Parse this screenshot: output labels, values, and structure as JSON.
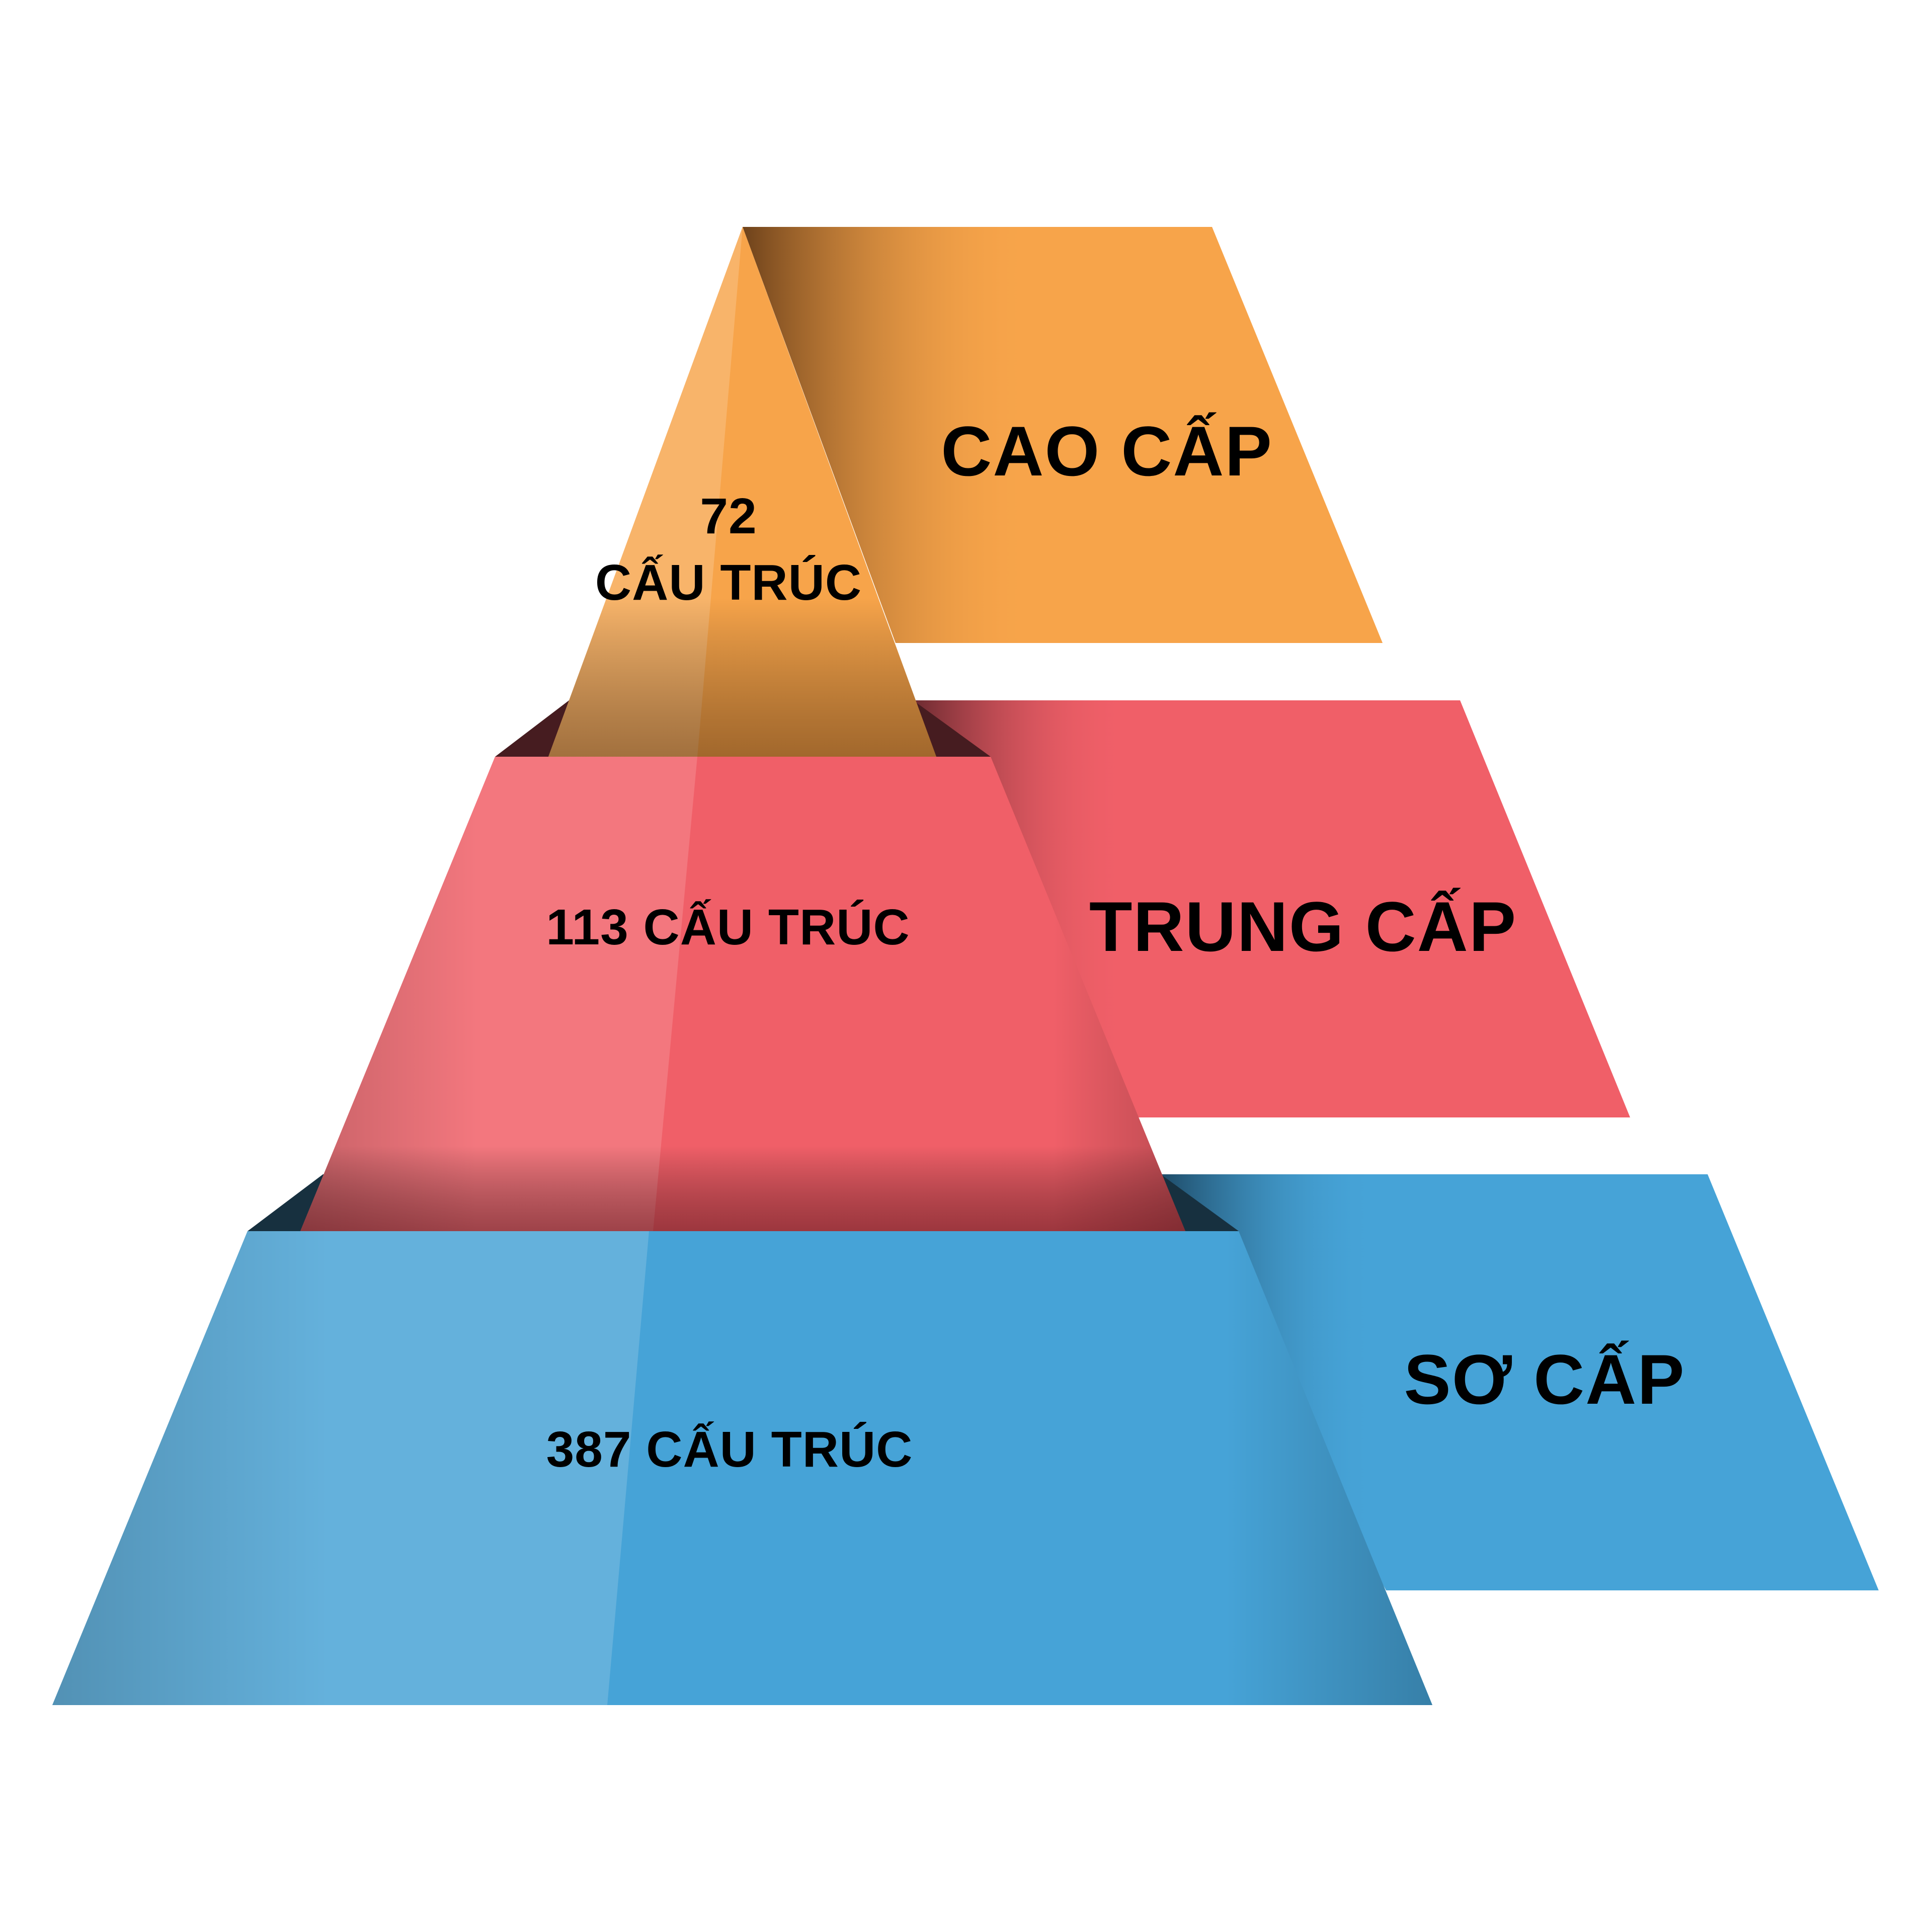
{
  "diagram": {
    "type": "pyramid",
    "tiers": [
      {
        "level": "top",
        "label": "CAO CẤP",
        "count_line1": "72",
        "count_line2": "CẤU TRÚC",
        "color": "#F7A44A",
        "highlight_color": "#F8B46A",
        "shadow_color": "#7A4A1E"
      },
      {
        "level": "middle",
        "label": "TRUNG CẤP",
        "count": "113 CẤU TRÚC",
        "color": "#F05F68",
        "highlight_color": "#F3777E",
        "shadow_color": "#461C20"
      },
      {
        "level": "bottom",
        "label": "SƠ CẤP",
        "count": "387 CẤU TRÚC",
        "color": "#46A3D7",
        "highlight_color": "#64B1DC",
        "shadow_color": "#17303F"
      }
    ]
  }
}
